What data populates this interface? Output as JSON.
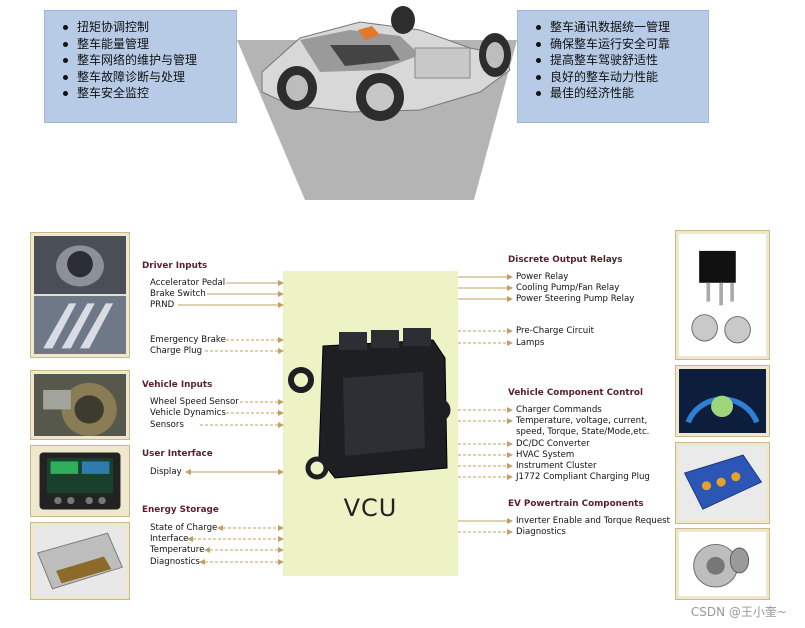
{
  "top": {
    "left_features": [
      "扭矩协调控制",
      "整车能量管理",
      "整车网络的维护与管理",
      "整车故障诊断与处理",
      "整车安全监控"
    ],
    "right_features": [
      "整车通讯数据统一管理",
      "确保整车运行安全可靠",
      "提高整车驾驶舒适性",
      "良好的整车动力性能",
      "最佳的经济性能"
    ]
  },
  "vcu_label": "VCU",
  "left_groups": [
    {
      "heading": "Driver Inputs",
      "items": [
        "Accelerator Pedal",
        "Brake Switch",
        "PRND",
        "Emergency Brake",
        "Charge Plug"
      ]
    },
    {
      "heading": "Vehicle Inputs",
      "items": [
        "Wheel Speed Sensor",
        "Vehicle Dynamics",
        "Sensors"
      ]
    },
    {
      "heading": "User Interface",
      "items": [
        "Display"
      ]
    },
    {
      "heading": "Energy Storage",
      "items": [
        "State of Charge",
        "Interface",
        "Temperature",
        "Diagnostics"
      ]
    }
  ],
  "right_groups": [
    {
      "heading": "Discrete Output Relays",
      "items": [
        "Power Relay",
        "Cooling Pump/Fan Relay",
        "Power Steering Pump Relay",
        "Pre-Charge Circuit",
        "Lamps"
      ]
    },
    {
      "heading": "Vehicle Component Control",
      "items": [
        "Charger Commands",
        "Temperature, voltage, current,",
        "speed, Torque, State/Mode,etc.",
        "DC/DC Converter",
        "HVAC System",
        "Instrument Cluster",
        "J1772 Compliant Charging Plug"
      ]
    },
    {
      "heading": "EV Powertrain Components",
      "items": [
        "Inverter Enable and Torque Request",
        "Diagnostics"
      ]
    }
  ],
  "watermark": "CSDN @王小奎~"
}
